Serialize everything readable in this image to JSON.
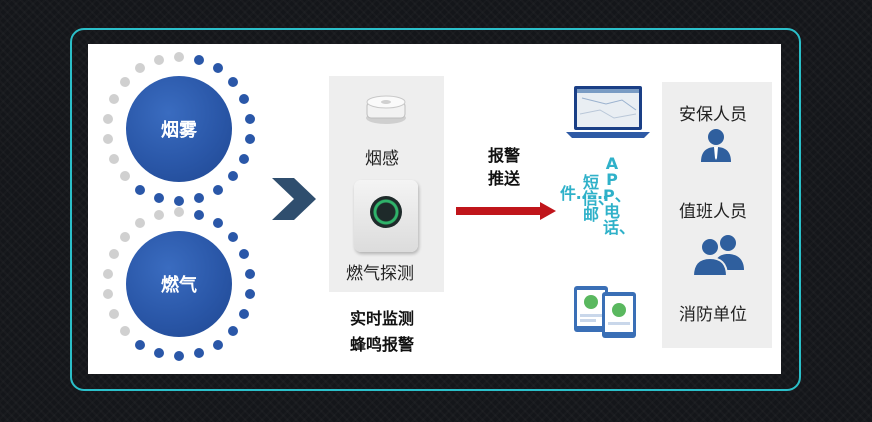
{
  "sources": [
    {
      "label": "烟雾"
    },
    {
      "label": "燃气"
    }
  ],
  "sensors": {
    "smoke_label": "烟感",
    "gas_label": "燃气探测",
    "caption_line1": "实时监测",
    "caption_line2": "蜂鸣报警"
  },
  "alarm": {
    "line1": "报警",
    "line2": "推送"
  },
  "channels": {
    "col1": "APP、电话、",
    "col2": "短信、邮",
    "col3": "件……"
  },
  "personnel": [
    {
      "label": "安保人员",
      "icon": "single-person-icon"
    },
    {
      "label": "值班人员",
      "icon": "group-person-icon"
    },
    {
      "label": "消防单位",
      "icon": ""
    }
  ],
  "colors": {
    "frame": "#2bbfc9",
    "core_blue": "#2a57a8",
    "arrow_red": "#c0151b",
    "channel_teal": "#2fb1c9",
    "person_blue": "#2f5f9e"
  }
}
